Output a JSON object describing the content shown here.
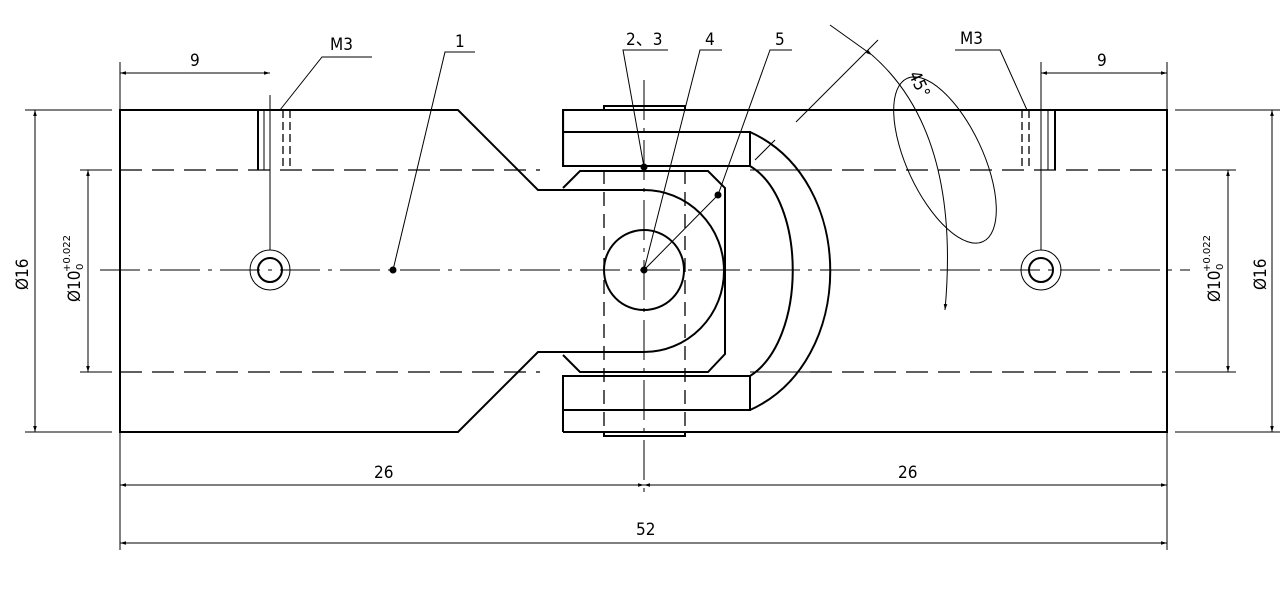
{
  "drawing": {
    "callouts": {
      "part_1": "1",
      "part_2_3": "2、3",
      "part_4": "4",
      "part_5": "5",
      "thread_left": "M3",
      "thread_right": "M3"
    },
    "dimensions": {
      "hole_offset_left": "9",
      "hole_offset_right": "9",
      "outer_diameter_left": "Ø16",
      "outer_diameter_right": "Ø16",
      "bore_diameter_left": "Ø10",
      "bore_diameter_right": "Ø10",
      "bore_tolerance_upper": "+0.022",
      "bore_tolerance_lower": "0",
      "half_length_left": "26",
      "half_length_right": "26",
      "total_length": "52",
      "swing_angle": "45°"
    }
  }
}
